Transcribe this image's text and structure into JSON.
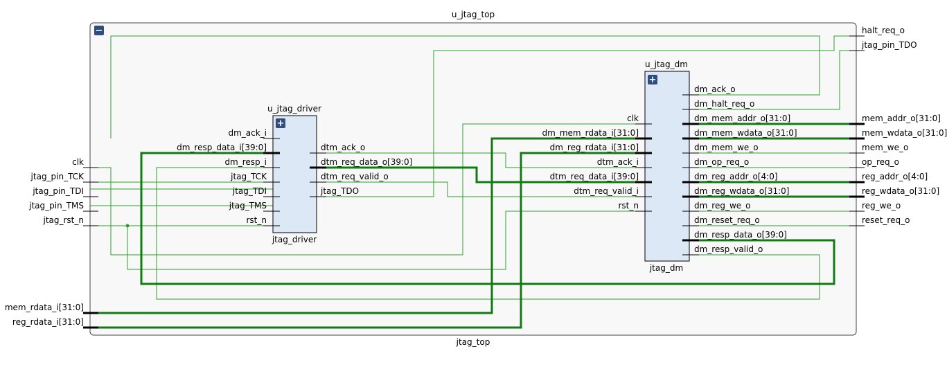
{
  "top": {
    "instance": "u_jtag_top",
    "module": "jtag_top",
    "collapse_glyph": "−",
    "left_ports": [
      "clk",
      "jtag_pin_TCK",
      "jtag_pin_TDI",
      "jtag_pin_TMS",
      "jtag_rst_n",
      "mem_rdata_i[31:0]",
      "reg_rdata_i[31:0]"
    ],
    "right_ports": [
      "halt_req_o",
      "jtag_pin_TDO",
      "mem_addr_o[31:0]",
      "mem_wdata_o[31:0]",
      "mem_we_o",
      "op_req_o",
      "reg_addr_o[4:0]",
      "reg_wdata_o[31:0]",
      "reg_we_o",
      "reset_req_o"
    ]
  },
  "driver": {
    "instance": "u_jtag_driver",
    "module": "jtag_driver",
    "expand_glyph": "+",
    "inputs": [
      "dm_ack_i",
      "dm_resp_data_i[39:0]",
      "dm_resp_i",
      "jtag_TCK",
      "jtag_TDI",
      "jtag_TMS",
      "rst_n"
    ],
    "outputs": [
      "dtm_ack_o",
      "dtm_req_data_o[39:0]",
      "dtm_req_valid_o",
      "jtag_TDO"
    ]
  },
  "dm": {
    "instance": "u_jtag_dm",
    "module": "jtag_dm",
    "expand_glyph": "+",
    "inputs": [
      "clk",
      "dm_mem_rdata_i[31:0]",
      "dm_reg_rdata_i[31:0]",
      "dtm_ack_i",
      "dtm_req_data_i[39:0]",
      "dtm_req_valid_i",
      "rst_n"
    ],
    "outputs": [
      "dm_ack_o",
      "dm_halt_req_o",
      "dm_mem_addr_o[31:0]",
      "dm_mem_wdata_o[31:0]",
      "dm_mem_we_o",
      "dm_op_req_o",
      "dm_reg_addr_o[4:0]",
      "dm_reg_wdata_o[31:0]",
      "dm_reg_we_o",
      "dm_reset_req_o",
      "dm_resp_data_o[39:0]",
      "dm_resp_valid_o"
    ]
  },
  "colors": {
    "wire": "#2e9e2e",
    "bus": "#127a12",
    "cell_fill": "#dde8f6",
    "top_fill": "#f8f8f8",
    "button": "#2f4d7e"
  }
}
